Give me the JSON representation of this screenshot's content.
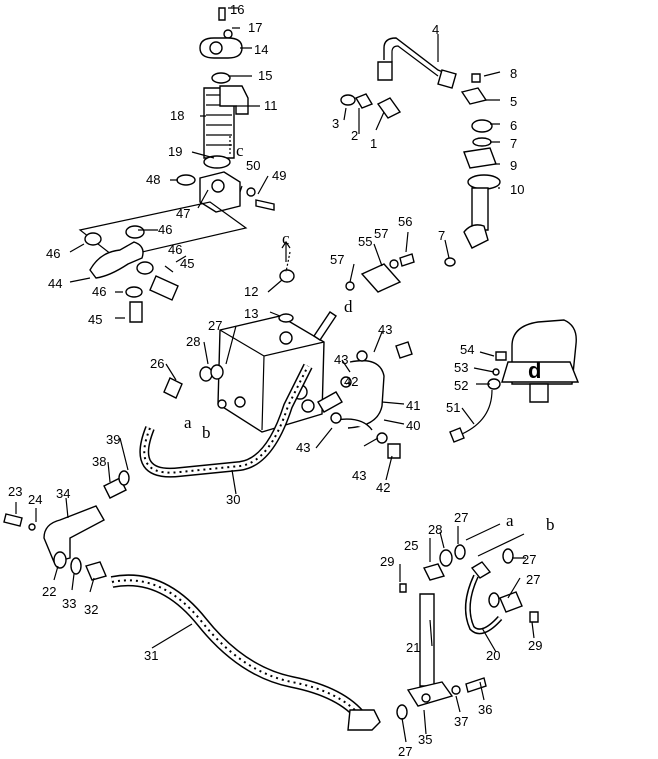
{
  "labels": {
    "n1": "1",
    "n2": "2",
    "n3": "3",
    "n4": "4",
    "n5": "5",
    "n6": "6",
    "n7a": "7",
    "n7b": "7",
    "n8": "8",
    "n9": "9",
    "n10": "10",
    "n11": "11",
    "n12": "12",
    "n13": "13",
    "n14": "14",
    "n15": "15",
    "n16": "16",
    "n17": "17",
    "n18": "18",
    "n19": "19",
    "n20": "20",
    "n21": "21",
    "n22": "22",
    "n23": "23",
    "n24": "24",
    "n25": "25",
    "n26": "26",
    "n27a": "27",
    "n27b": "27",
    "n27c": "27",
    "n27d": "27",
    "n27e": "27",
    "n28a": "28",
    "n28b": "28",
    "n29a": "29",
    "n29b": "29",
    "n30": "30",
    "n31": "31",
    "n32": "32",
    "n33": "33",
    "n34": "34",
    "n35": "35",
    "n36": "36",
    "n37": "37",
    "n38": "38",
    "n39": "39",
    "n40": "40",
    "n41": "41",
    "n42a": "42",
    "n42b": "42",
    "n43a": "43",
    "n43b": "43",
    "n43c": "43",
    "n43d": "43",
    "n44": "44",
    "n45a": "45",
    "n45b": "45",
    "n46a": "46",
    "n46b": "46",
    "n46c": "46",
    "n46d": "46",
    "n47": "47",
    "n48": "48",
    "n49": "49",
    "n50": "50",
    "n51": "51",
    "n52": "52",
    "n53": "53",
    "n54": "54",
    "n55": "55",
    "n56": "56",
    "n57a": "57",
    "n57b": "57"
  },
  "letters": {
    "c_top": "c",
    "c_mid": "c",
    "d_mid": "d",
    "d_big": "d",
    "a_mid": "a",
    "b_mid": "b",
    "a_right": "a",
    "b_right": "b"
  }
}
